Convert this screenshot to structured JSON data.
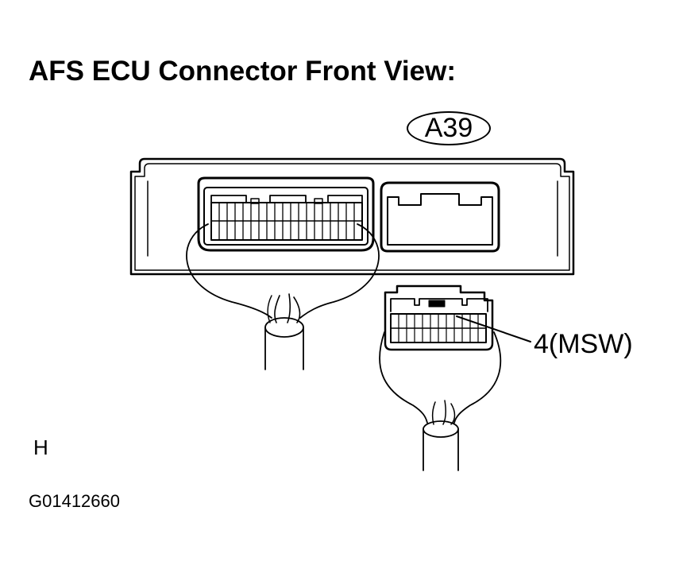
{
  "title": "AFS ECU Connector Front View:",
  "connector_id": "A39",
  "callout_label": "4(MSW)",
  "corner_mark": "H",
  "figure_code": "G01412660"
}
